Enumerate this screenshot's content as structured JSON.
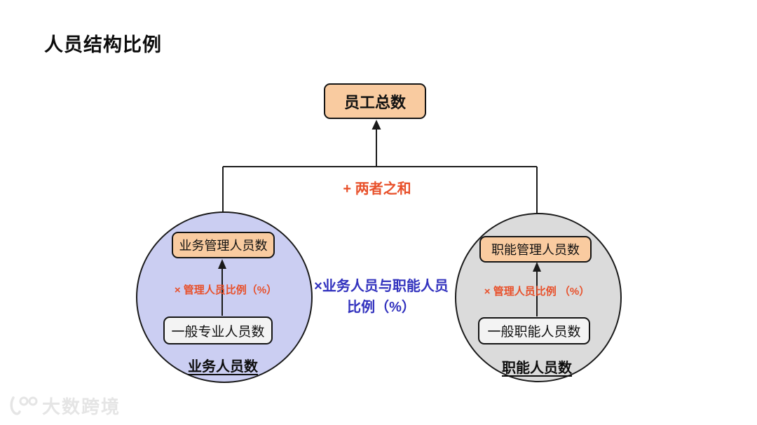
{
  "page": {
    "title": "人员结构比例"
  },
  "colors": {
    "accent_box_fill": "#F9CBA0",
    "left_circle_fill": "#CBCEF2",
    "right_circle_fill": "#DBDBDB",
    "plain_box_fill": "#F3F3F3",
    "operator_red": "#E8502A",
    "operator_blue": "#3232BE",
    "line_black": "#1A1A1A"
  },
  "diagram": {
    "total_box": {
      "label": "员工总数"
    },
    "sum_operator": {
      "label": "+ 两者之和"
    },
    "cross_ratio_operator": {
      "line1": "×业务人员与职能人员",
      "line2": "比例（%）"
    },
    "left_group": {
      "group_label": "业务人员数",
      "manager_box": {
        "label": "业务管理人员数"
      },
      "ratio_operator": {
        "label": "× 管理人员比例（%）"
      },
      "staff_box": {
        "label": "一般专业人员数"
      }
    },
    "right_group": {
      "group_label": "职能人员数",
      "manager_box": {
        "label": "职能管理人员数"
      },
      "ratio_operator": {
        "label": "× 管理人员比例 （%）"
      },
      "staff_box": {
        "label": "一般职能人员数"
      }
    }
  },
  "watermark": {
    "brand": "大数跨境",
    "icon": "100-logo"
  }
}
